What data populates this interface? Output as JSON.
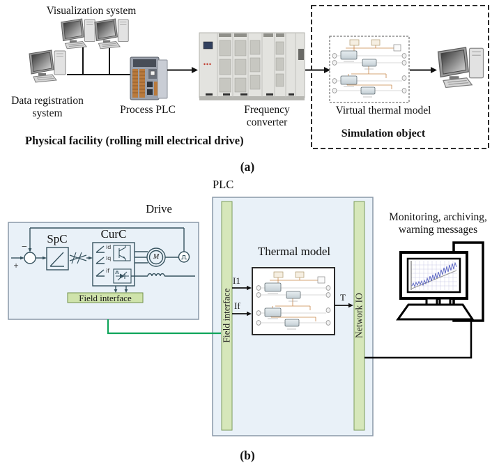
{
  "panel_a": {
    "visualization_label": "Visualization system",
    "data_registration_label": "Data registration\nsystem",
    "process_plc_label": "Process PLC",
    "frequency_converter_label": "Frequency\nconverter",
    "virtual_thermal_model_label": "Virtual thermal model",
    "simulation_object_label": "Simulation object",
    "physical_facility_label": "Physical facility (rolling mill electrical drive)",
    "caption": "(a)"
  },
  "panel_b": {
    "plc_label": "PLC",
    "drive_label": "Drive",
    "spc_label": "SpC",
    "curc_label": "CurC",
    "current_id": "id",
    "current_iq": "iq",
    "current_if": "if",
    "motor_label": "M",
    "sum_minus": "−",
    "sum_plus": "+",
    "drive_field_interface_label": "Field interface",
    "plc_field_interface_label": "Field interface",
    "network_io_label": "Network IO",
    "thermal_model_label": "Thermal model",
    "signal_i1": "I1",
    "signal_if": "If",
    "signal_t": "T",
    "monitoring_label": "Monitoring, archiving,\nwarning messages",
    "caption": "(b)"
  },
  "colors": {
    "panel_fill_blue": "#e9f1f8",
    "bar_fill_green": "#d6e7ba",
    "green_connector": "#0fa55a",
    "simulink_wire_orange": "#c8864a",
    "diagram_stroke": "#37535f"
  }
}
